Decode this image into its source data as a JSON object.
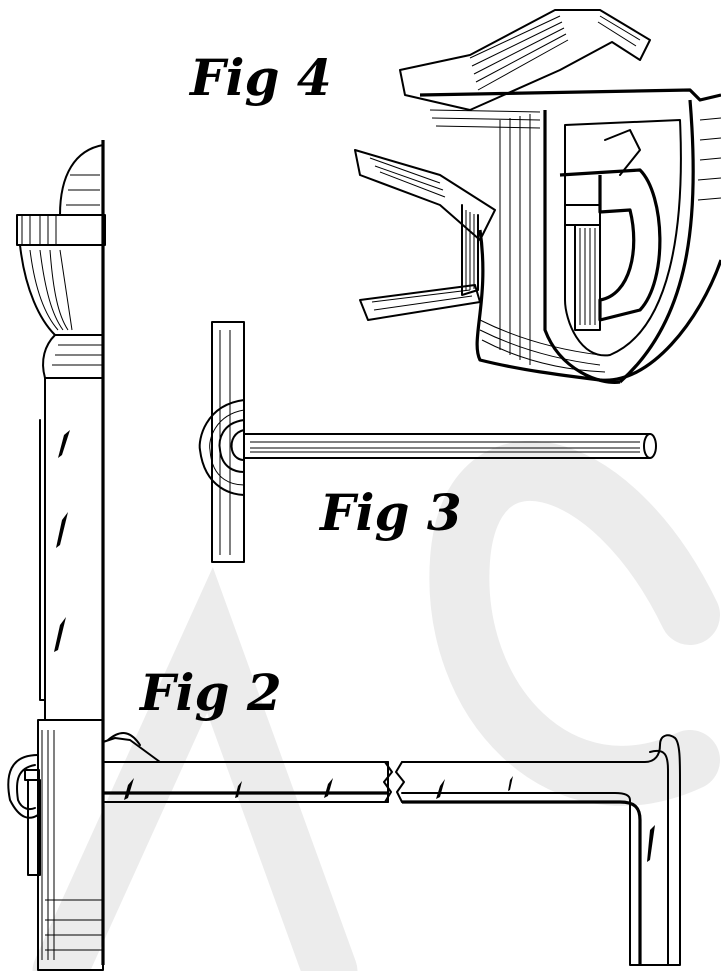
{
  "figures": [
    {
      "id": "fig4",
      "label": "Fig 4"
    },
    {
      "id": "fig3",
      "label": "Fig 3"
    },
    {
      "id": "fig2",
      "label": "Fig 2"
    }
  ],
  "colors": {
    "ink": "#000000",
    "paper": "#ffffff",
    "watermark": "#ececec"
  }
}
